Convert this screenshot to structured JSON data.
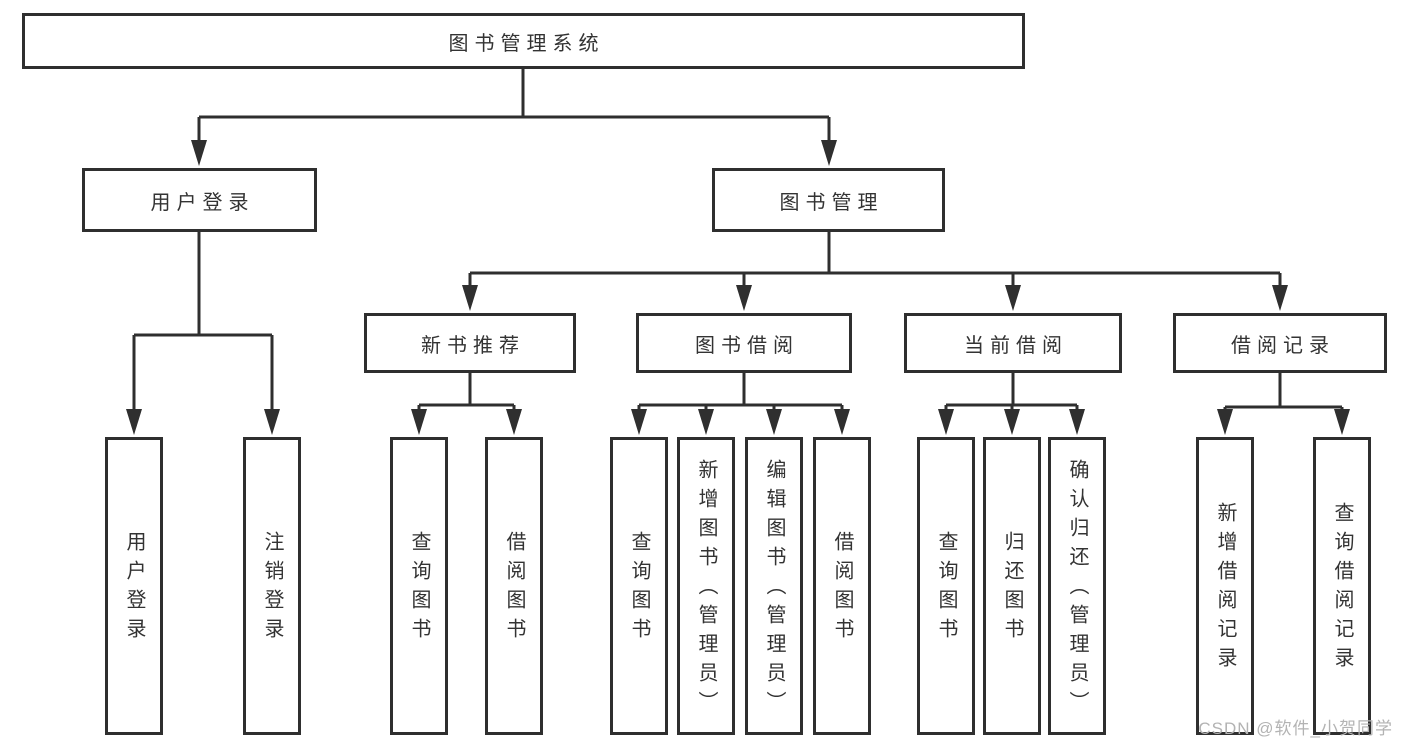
{
  "diagram_type": "functional-decomposition-tree",
  "colors": {
    "line": "#2f2f2f",
    "box_border": "#2f2f2f",
    "box_fill": "#ffffff",
    "text": "#333333",
    "watermark_text": "#b3b3b3"
  },
  "tree": {
    "root": {
      "label": "图书管理系统"
    },
    "children": [
      {
        "label": "用户登录",
        "children": [
          {
            "label": "用户登录"
          },
          {
            "label": "注销登录"
          }
        ]
      },
      {
        "label": "图书管理",
        "children": [
          {
            "label": "新书推荐",
            "children": [
              {
                "label": "查询图书"
              },
              {
                "label": "借阅图书"
              }
            ]
          },
          {
            "label": "图书借阅",
            "children": [
              {
                "label": "查询图书"
              },
              {
                "label": "新增图书（管理员）"
              },
              {
                "label": "编辑图书（管理员）"
              },
              {
                "label": "借阅图书"
              }
            ]
          },
          {
            "label": "当前借阅",
            "children": [
              {
                "label": "查询图书"
              },
              {
                "label": "归还图书"
              },
              {
                "label": "确认归还（管理员）"
              }
            ]
          },
          {
            "label": "借阅记录",
            "children": [
              {
                "label": "新增借阅记录"
              },
              {
                "label": "查询借阅记录"
              }
            ]
          }
        ]
      }
    ]
  },
  "watermark": {
    "text": "CSDN @软件_小贺同学"
  }
}
